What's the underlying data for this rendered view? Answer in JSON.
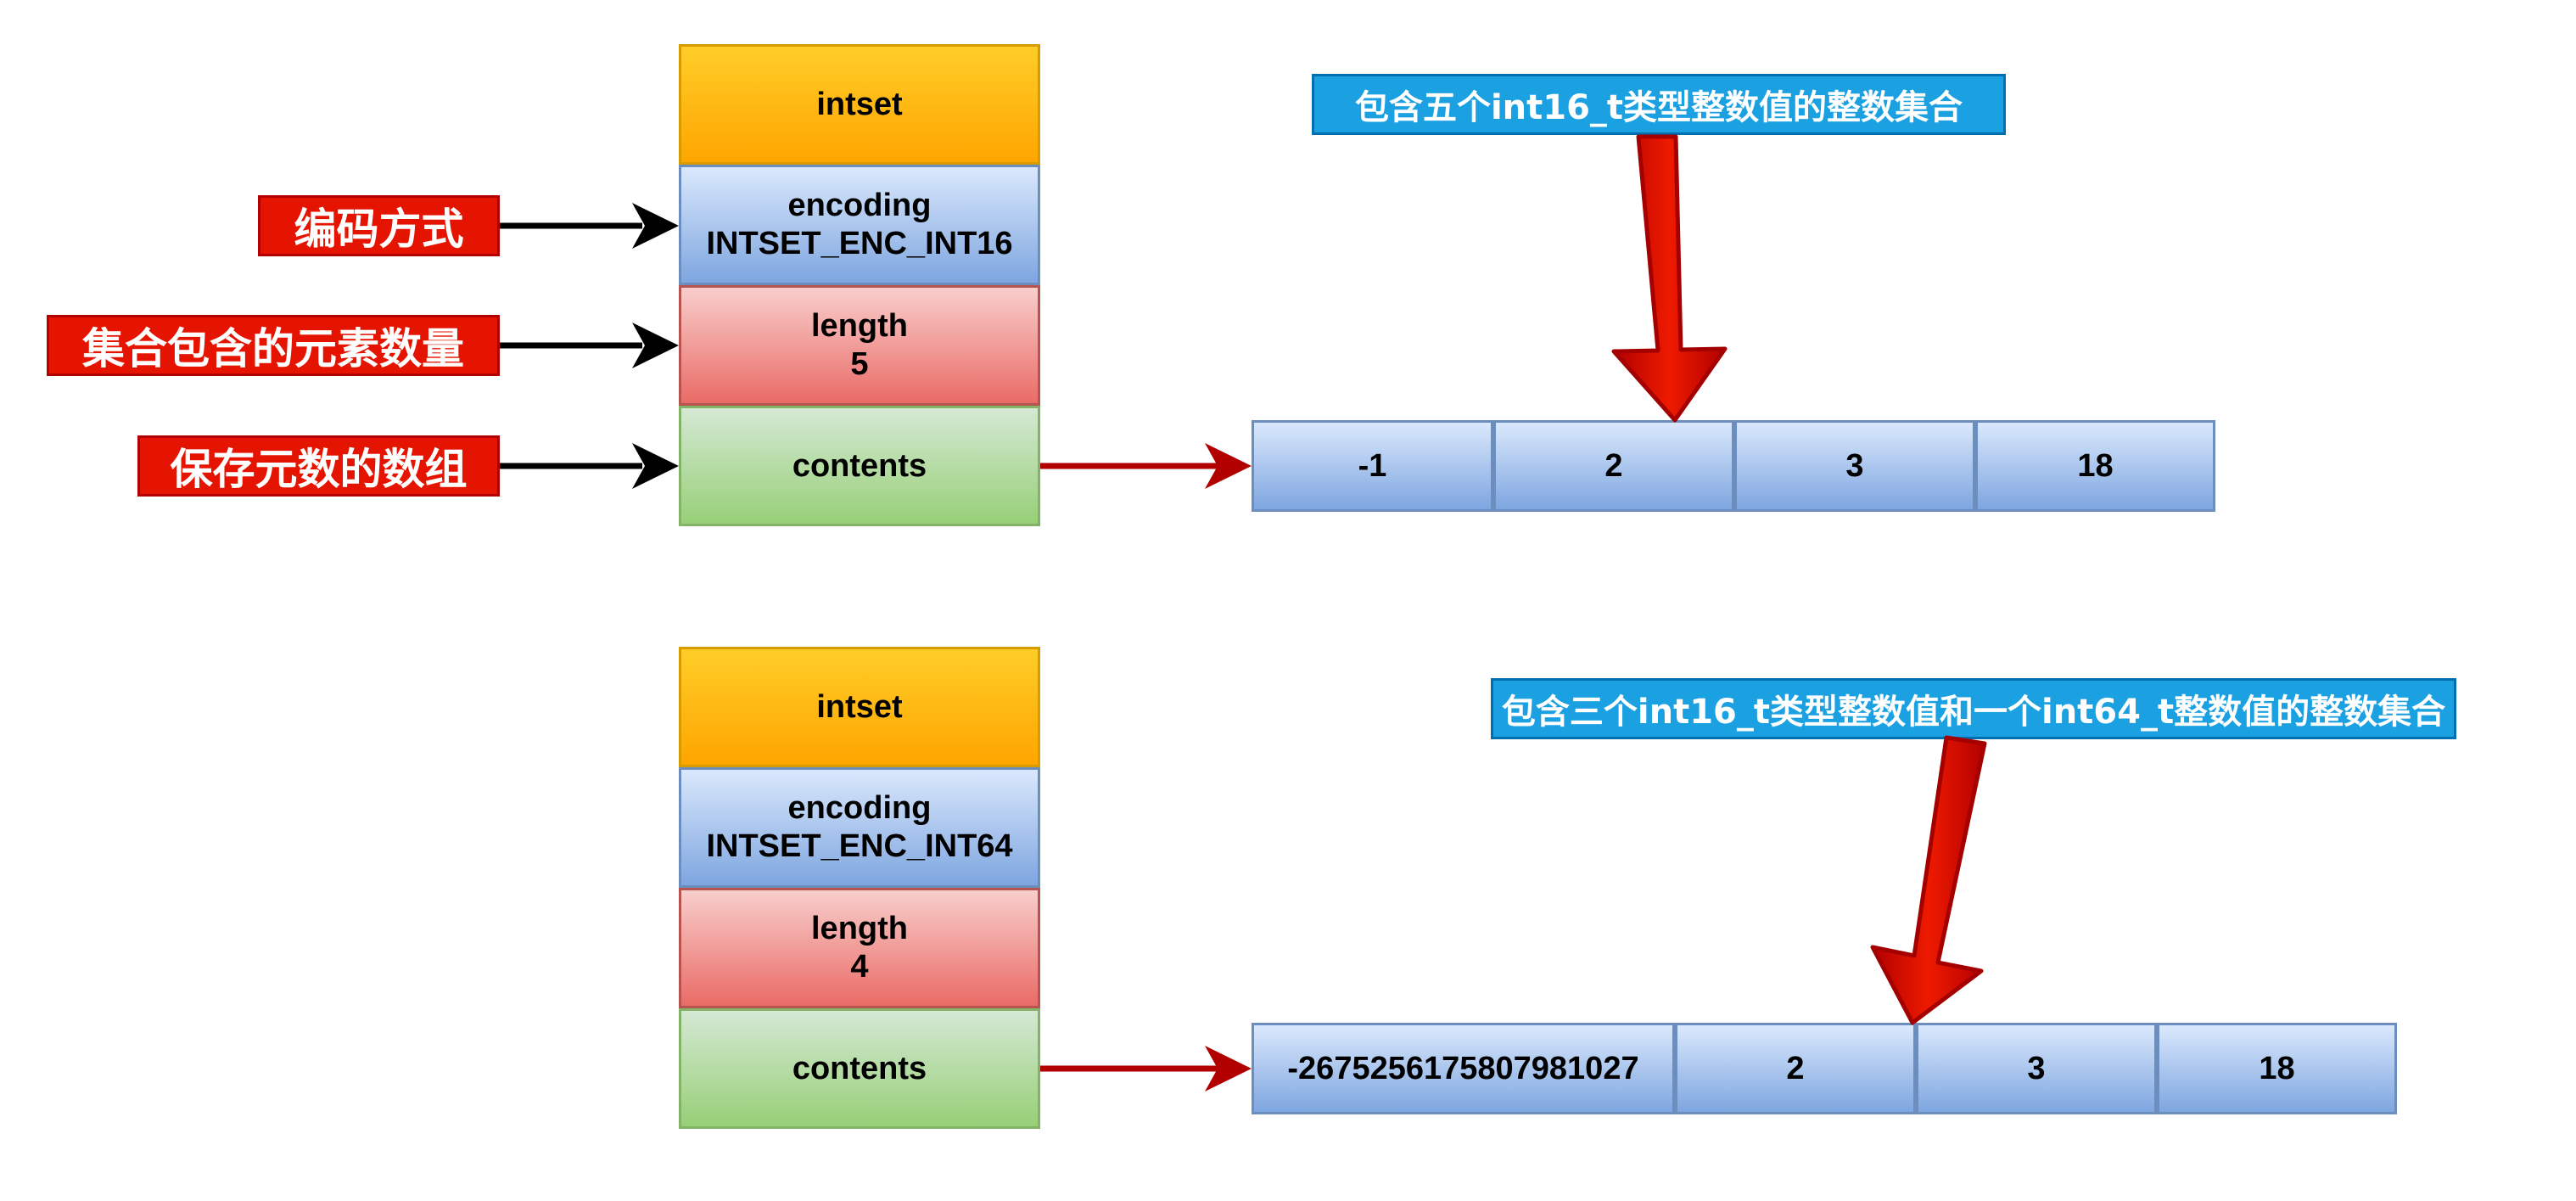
{
  "diagrams": [
    {
      "struct": {
        "header": "intset",
        "encoding_label": "encoding",
        "encoding_value": "INTSET_ENC_INT16",
        "length_label": "length",
        "length_value": "5",
        "contents_label": "contents"
      },
      "annotations": {
        "encoding": "编码方式",
        "length": "集合包含的元素数量",
        "contents": "保存元数的数组"
      },
      "array": [
        "-1",
        "2",
        "3",
        "18"
      ],
      "caption": "包含五个int16_t类型整数值的整数集合"
    },
    {
      "struct": {
        "header": "intset",
        "encoding_label": "encoding",
        "encoding_value": "INTSET_ENC_INT64",
        "length_label": "length",
        "length_value": "4",
        "contents_label": "contents"
      },
      "array": [
        "-2675256175807981027",
        "2",
        "3",
        "18"
      ],
      "caption": "包含三个int16_t类型整数值和一个int64_t整数值的整数集合"
    }
  ],
  "colors": {
    "header_fill": "#ffa500",
    "encoding_fill": "#7ea6e0",
    "length_fill": "#ea6b66",
    "contents_fill": "#97d077",
    "label_fill": "#e51400",
    "caption_fill": "#1ba1e2",
    "pointer_arrow": "#b20000",
    "annotation_arrow": "#000000"
  }
}
